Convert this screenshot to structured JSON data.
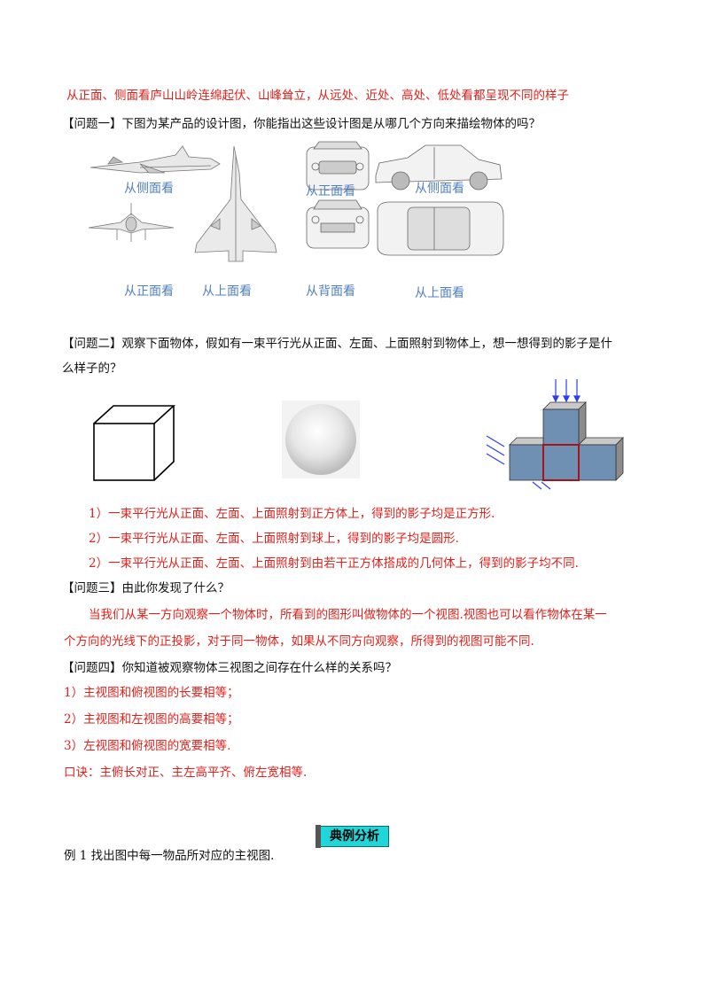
{
  "intro": "从正面、侧面看庐山山岭连绵起伏、山峰耸立，从远处、近处、高处、低处看都呈现不同的样子",
  "q1": {
    "title": "【问题一】下图为某产品的设计图，你能指出这些设计图是从哪几个方向来描绘物体的吗？",
    "labels": {
      "plane_side": "从侧面看",
      "plane_front": "从正面看",
      "plane_top": "从上面看",
      "car_front": "从正面看",
      "car_side": "从侧面看",
      "car_back": "从背面看",
      "car_top": "从上面看"
    }
  },
  "q2": {
    "title_line1": "【问题二】观察下面物体，假如有一束平行光从正面、左面、上面照射到物体上，想一想得到的影子是什",
    "title_line2": "么样子的？",
    "answers": [
      "1）一束平行光从正面、左面、上面照射到正方体上，得到的影子均是正方形.",
      "2）一束平行光从正面、左面、上面照射到球上，得到的影子均是圆形.",
      "2）一束平行光从正面、左面、上面照射到由若干正方体搭成的几何体上，得到的影子均不同."
    ]
  },
  "q3": {
    "title": "【问题三】由此你发现了什么？",
    "answer_line1": "当我们从某一方向观察一个物体时，所看到的图形叫做物体的一个视图.视图也可以看作物体在某一",
    "answer_line2": "个方向的光线下的正投影，对于同一物体，如果从不同方向观察，所得到的视图可能不同."
  },
  "q4": {
    "title": "【问题四】你知道被观察物体三视图之间存在什么样的关系吗？",
    "answers": [
      "1）主视图和俯视图的长要相等；",
      "2）主视图和左视图的高要相等；",
      "3）左视图和俯视图的宽要相等."
    ],
    "mnemonic": "口诀：主俯长对正、主左高平齐、俯左宽相等."
  },
  "section": "典例分析",
  "example1": "例 1 找出图中每一物品所对应的主视图."
}
